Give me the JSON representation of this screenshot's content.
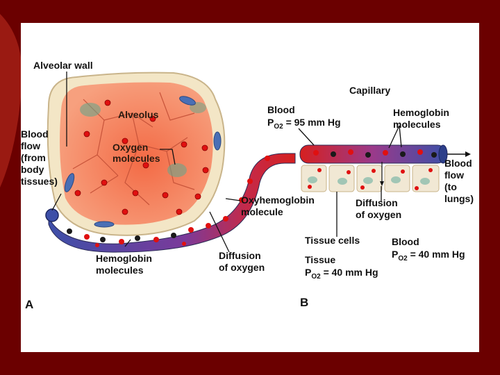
{
  "labels": {
    "alveolar_wall": "Alveolar wall",
    "alveolus": "Alveolus",
    "oxygen_molecules": [
      "Oxygen",
      "molecules"
    ],
    "blood_flow_from": [
      "Blood",
      "flow",
      "(from",
      "body",
      "tissues)"
    ],
    "oxyhemoglobin": [
      "Oxyhemoglobin",
      "molecule"
    ],
    "hemoglobin_left": [
      "Hemoglobin",
      "molecules"
    ],
    "diffusion_left": [
      "Diffusion",
      "of oxygen"
    ],
    "panel_a": "A",
    "capillary": "Capillary",
    "blood_top": "Blood",
    "po2_top": {
      "p": "P",
      "sub": "O2",
      "rest": " = 95 mm Hg"
    },
    "hemoglobin_right": [
      "Hemoglobin",
      "molecules"
    ],
    "blood_flow_to": [
      "Blood",
      "flow",
      "(to",
      "lungs)"
    ],
    "diffusion_right": [
      "Diffusion",
      "of oxygen"
    ],
    "tissue_cells": "Tissue cells",
    "blood_bottom": "Blood",
    "po2_bottom": {
      "p": "P",
      "sub": "O2",
      "rest": " = 40 mm Hg"
    },
    "tissue": "Tissue",
    "po2_tissue": {
      "p": "P",
      "sub": "O2",
      "rest": " = 40 mm Hg"
    },
    "panel_b": "B"
  },
  "colors": {
    "slide_bg": "#6b0000",
    "alveolus": "#f2744e",
    "alveolar_wall": "#f3e6c6",
    "blood_oxygenated": "#d62020",
    "blood_deoxygenated": "#3d4fa8",
    "tissue_cell": "#f1e8d4",
    "oxygen": "#e01010",
    "hemoglobin": "#1a1a1a"
  }
}
